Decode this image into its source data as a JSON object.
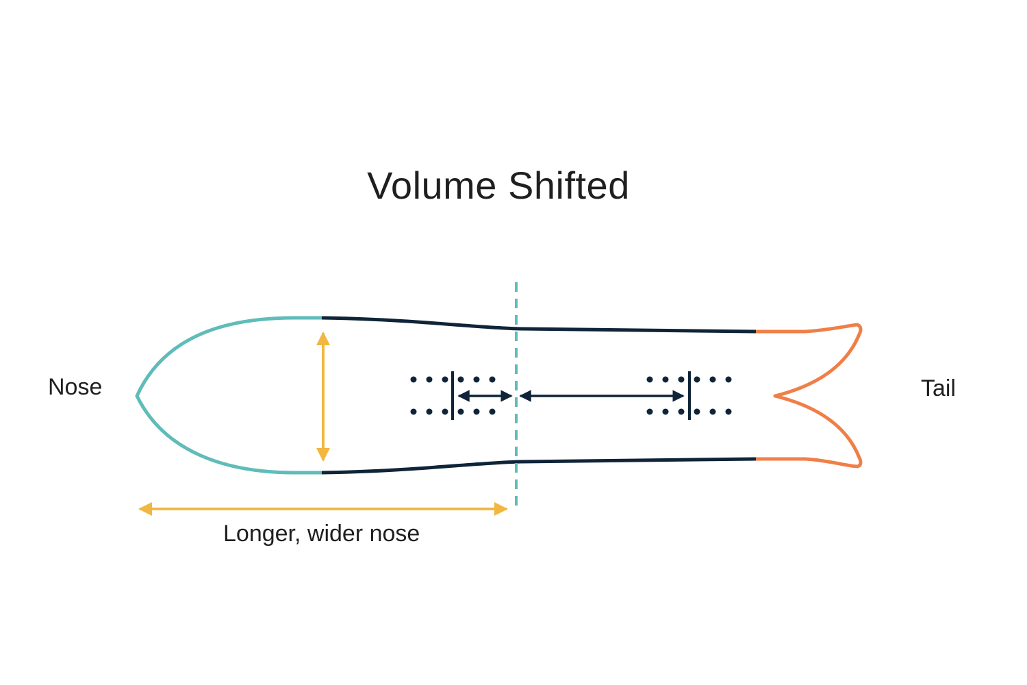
{
  "title": "Volume Shifted",
  "labels": {
    "nose": "Nose",
    "tail": "Tail",
    "nose_dimension": "Longer, wider nose"
  },
  "colors": {
    "nose_outline": "#5fbcb9",
    "body_outline": "#0f2438",
    "tail_outline": "#f07f47",
    "dimension_arrows": "#f2b740",
    "centerline": "#5fbcb9",
    "stance_marks": "#0f2438"
  },
  "icons": {
    "left_binding_inserts": "insert-dots-icon",
    "right_binding_inserts": "insert-dots-icon",
    "stance_setback_arrow": "double-arrow-icon",
    "stance_width_arrow": "double-arrow-icon"
  }
}
